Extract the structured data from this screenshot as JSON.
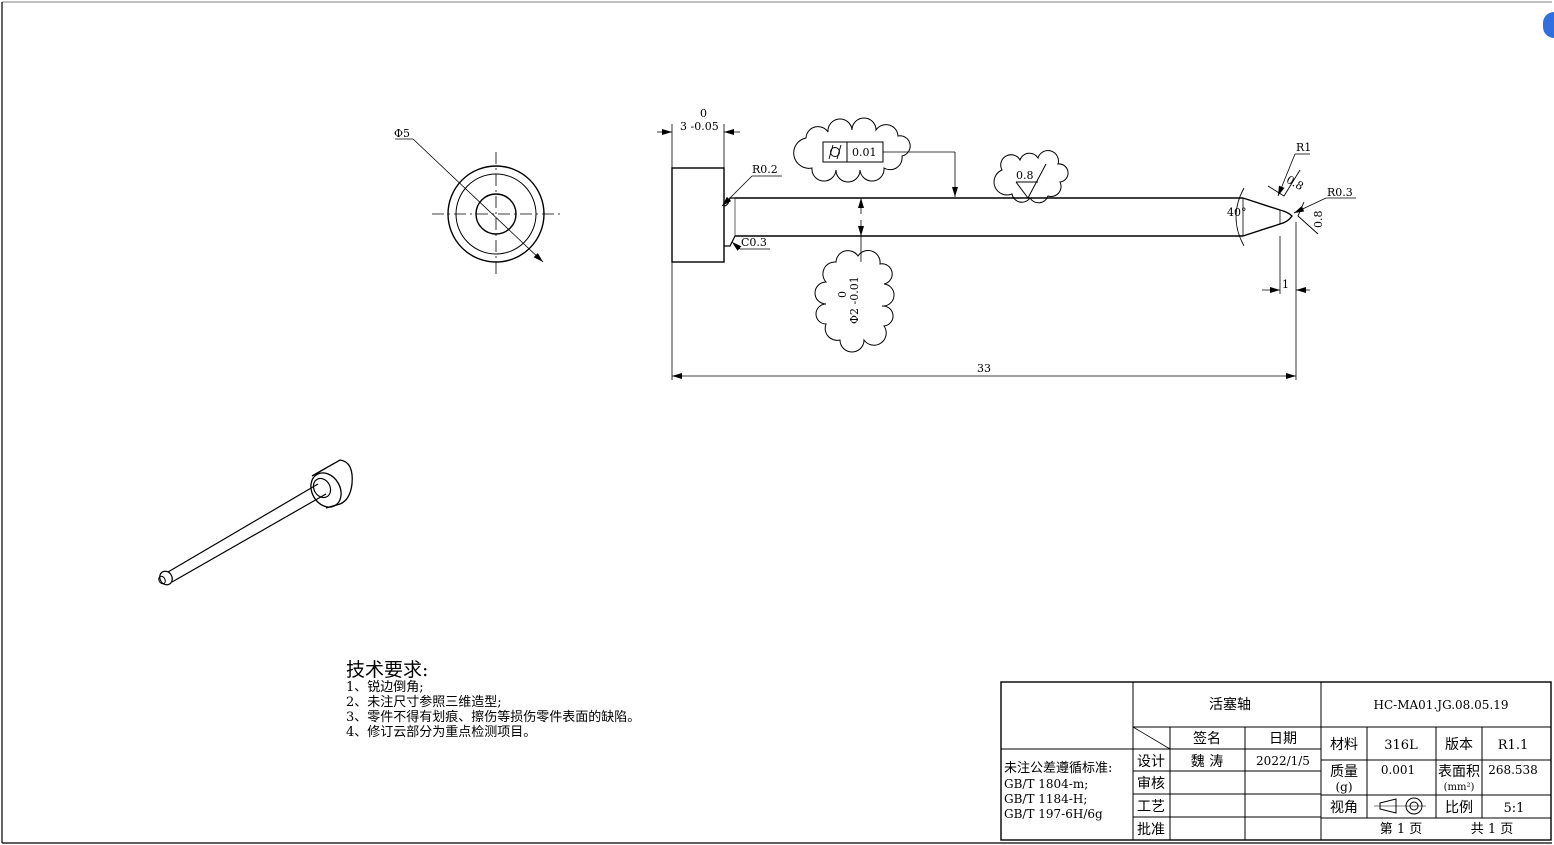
{
  "views": {
    "end_view": {
      "diameter_label": "Φ5"
    },
    "front_view": {
      "head_tol_upper": "0",
      "head_tol_dim": "3 -0.05",
      "fillet_head": "R0.2",
      "chamfer": "C0.3",
      "shaft_tol_text": "Φ2 -0.01",
      "shaft_tol_upper": "0",
      "total_length": "33",
      "tip_radius": "R1",
      "tip_radius_small": "R0.3",
      "tip_angle": "40°",
      "tip_length": "1",
      "roughness_tip_a": "0.8",
      "roughness_tip_b": "0.8",
      "roughness_shaft": "0.8",
      "gdt_value": "0.01"
    }
  },
  "tech_requirements": {
    "heading": "技术要求:",
    "items": [
      "1、锐边倒角;",
      "2、未注尺寸参照三维造型;",
      "3、零件不得有划痕、擦伤等损伤零件表面的缺陷。",
      "4、修订云部分为重点检测项目。"
    ]
  },
  "title_block": {
    "part_name": "活塞轴",
    "drawing_no": "HC-MA01.JG.08.05.19",
    "col_sign": "签名",
    "col_date": "日期",
    "rows": {
      "design": "设计",
      "review": "审核",
      "process": "工艺",
      "approve": "批准"
    },
    "designer": "魏 涛",
    "design_date": "2022/1/5",
    "material_label": "材料",
    "material_value": "316L",
    "version_label": "版本",
    "version_value": "R1.1",
    "mass_label": "质量",
    "mass_unit": "(g)",
    "mass_value": "0.001",
    "area_label": "表面积",
    "area_unit": "(mm²)",
    "area_value": "268.538",
    "view_label": "视角",
    "scale_label": "比例",
    "scale_value": "5:1",
    "page_current": "第 1 页",
    "page_total": "共 1 页",
    "tolerance_heading": "未注公差遵循标准:",
    "tolerance_std_1": "GB/T 1804-m;",
    "tolerance_std_2": "GB/T 1184-H;",
    "tolerance_std_3": "GB/T 197-6H/6g"
  }
}
